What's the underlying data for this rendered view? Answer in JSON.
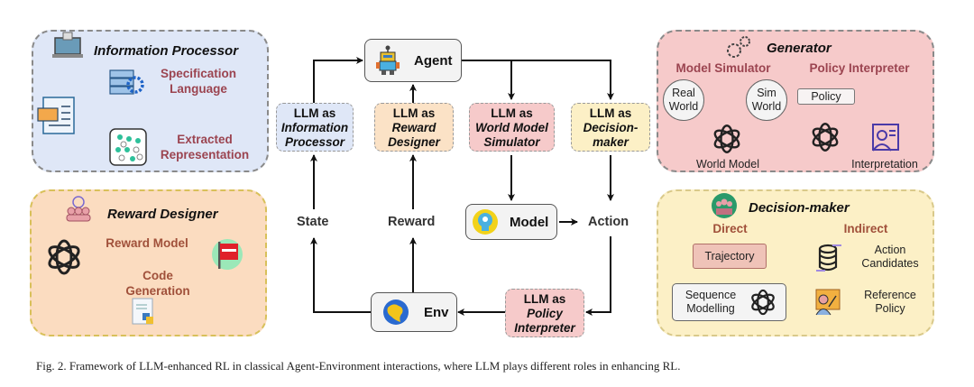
{
  "panels": {
    "info": {
      "title": "Information Processor",
      "item1": [
        "Specification",
        "Language"
      ],
      "item2": [
        "Extracted",
        "Representation"
      ],
      "icons": [
        "laptop-icon",
        "document-chat-icon",
        "server-gear-icon",
        "scatter-dots-icon"
      ]
    },
    "reward": {
      "title": "Reward Designer",
      "path1": "Reward Model",
      "path2": [
        "Code",
        "Generation"
      ],
      "icons": [
        "team-icon",
        "openai-logo-icon",
        "python-file-icon",
        "flag-icon"
      ]
    },
    "generator": {
      "title": "Generator",
      "section1": "Model Simulator",
      "section2": "Policy Interpreter",
      "real_world": [
        "Real",
        "World"
      ],
      "sim_world": [
        "Sim",
        "World"
      ],
      "world_model": "World Model",
      "policy": "Policy",
      "interpretation": "Interpretation",
      "icons": [
        "gears-icon",
        "openai-logo-icon",
        "person-card-icon"
      ]
    },
    "decision": {
      "title": "Decision-maker",
      "direct": "Direct",
      "indirect": "Indirect",
      "trajectory": "Trajectory",
      "sequence": [
        "Sequence",
        "Modelling"
      ],
      "action_candidates": [
        "Action",
        "Candidates"
      ],
      "reference_policy": [
        "Reference",
        "Policy"
      ],
      "icons": [
        "group-icon",
        "database-icon",
        "teacher-icon",
        "openai-logo-icon"
      ]
    }
  },
  "center": {
    "agent": "Agent",
    "model": "Model",
    "env": "Env",
    "state": "State",
    "reward": "Reward",
    "action": "Action",
    "llm_info": [
      "LLM as",
      "Information",
      "Processor"
    ],
    "llm_reward": [
      "LLM as",
      "Reward",
      "Designer"
    ],
    "llm_world": [
      "LLM as",
      "World Model",
      "Simulator"
    ],
    "llm_decision": [
      "LLM as",
      "Decision-",
      "maker"
    ],
    "llm_policy": [
      "LLM as",
      "Policy",
      "Interpreter"
    ],
    "colors": {
      "info": "#dfe7f7",
      "reward": "#fbe2c6",
      "world": "#f6caca",
      "decision": "#fcf0c6",
      "policy": "#f6caca"
    }
  },
  "caption": "Fig. 2.  Framework of LLM-enhanced RL in classical Agent-Environment interactions, where LLM plays different roles in enhancing RL."
}
